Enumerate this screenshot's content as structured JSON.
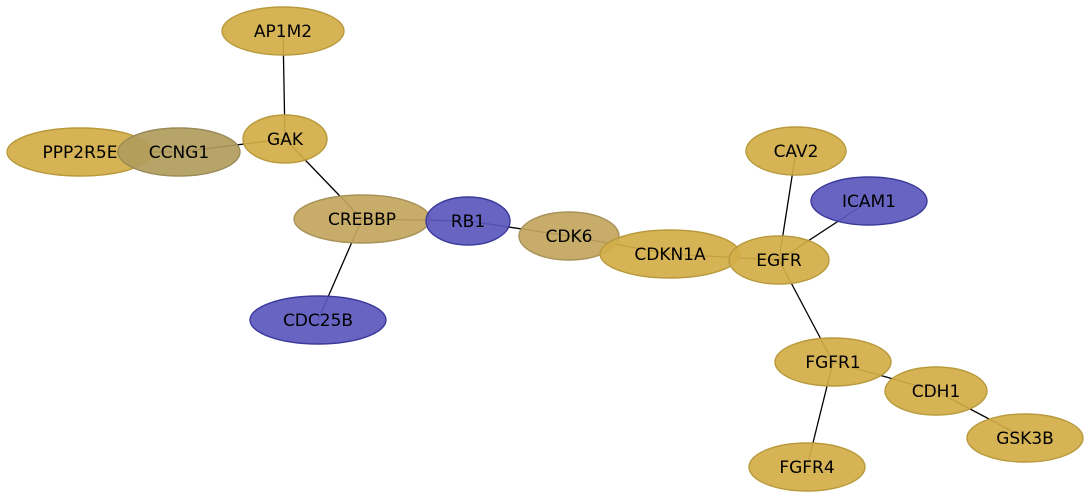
{
  "colors": {
    "gold": "#d2ae48",
    "gold_stroke": "#b89a3c",
    "olive": "#b09c5c",
    "olive_stroke": "#9a8a58",
    "tan": "#c2a65c",
    "tan_stroke": "#a8925a",
    "blue": "#5b57bd",
    "blue_stroke": "#3b3a9a",
    "edge": "#000000"
  },
  "graph": {
    "nodes": [
      {
        "id": "AP1M2",
        "label": "AP1M2",
        "color": "gold"
      },
      {
        "id": "GAK",
        "label": "GAK",
        "color": "gold"
      },
      {
        "id": "PPP2R5E",
        "label": "PPP2R5E",
        "color": "gold"
      },
      {
        "id": "CCNG1",
        "label": "CCNG1",
        "color": "olive"
      },
      {
        "id": "CREBBP",
        "label": "CREBBP",
        "color": "tan"
      },
      {
        "id": "RB1",
        "label": "RB1",
        "color": "blue"
      },
      {
        "id": "CDC25B",
        "label": "CDC25B",
        "color": "blue"
      },
      {
        "id": "CDK6",
        "label": "CDK6",
        "color": "tan"
      },
      {
        "id": "CDKN1A",
        "label": "CDKN1A",
        "color": "gold"
      },
      {
        "id": "EGFR",
        "label": "EGFR",
        "color": "gold"
      },
      {
        "id": "CAV2",
        "label": "CAV2",
        "color": "gold"
      },
      {
        "id": "ICAM1",
        "label": "ICAM1",
        "color": "blue"
      },
      {
        "id": "FGFR1",
        "label": "FGFR1",
        "color": "gold"
      },
      {
        "id": "CDH1",
        "label": "CDH1",
        "color": "gold"
      },
      {
        "id": "GSK3B",
        "label": "GSK3B",
        "color": "gold"
      },
      {
        "id": "FGFR4",
        "label": "FGFR4",
        "color": "gold"
      }
    ],
    "edges": [
      [
        "AP1M2",
        "GAK"
      ],
      [
        "GAK",
        "CCNG1"
      ],
      [
        "GAK",
        "CREBBP"
      ],
      [
        "PPP2R5E",
        "CCNG1"
      ],
      [
        "CREBBP",
        "RB1"
      ],
      [
        "CREBBP",
        "CDC25B"
      ],
      [
        "RB1",
        "CDK6"
      ],
      [
        "CDK6",
        "CDKN1A"
      ],
      [
        "CDKN1A",
        "EGFR"
      ],
      [
        "EGFR",
        "CAV2"
      ],
      [
        "EGFR",
        "ICAM1"
      ],
      [
        "EGFR",
        "FGFR1"
      ],
      [
        "FGFR1",
        "CDH1"
      ],
      [
        "FGFR1",
        "FGFR4"
      ],
      [
        "CDH1",
        "GSK3B"
      ]
    ]
  }
}
